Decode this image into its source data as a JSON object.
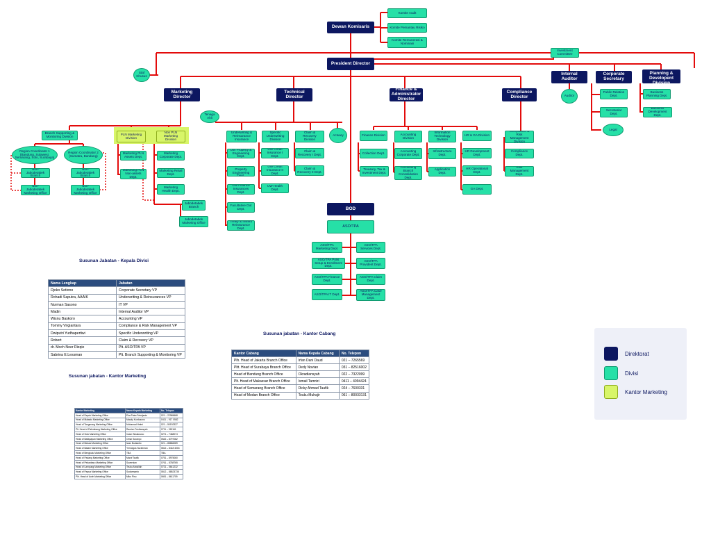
{
  "org": {
    "dewan_komisaris": "Dewan Komisaris",
    "komite_audit": "Komite Audit",
    "komite_pemantau_risiko": "Komite Pemantau Risiko",
    "komite_remunerasi": "Komite Remunerasi & Nominasi",
    "investment_committee": "Investment Committee",
    "president_director": "President Director",
    "staf_khusus": "Staf Khusus",
    "internal_auditor": "Internal Auditor",
    "auditor": "Auditor",
    "corporate_secretary": "Corporate Secretary",
    "public_relation": "Public Relation Dept.",
    "secretariat": "Secretariat Dept.",
    "legal": "Legal",
    "business_planning_division": "Business Planning & Developent Division",
    "business_planning_dept": "Business Planning Dept.",
    "business_development_dept": "Business Development Dept.",
    "marketing_director": "Marketing Director",
    "technical_director": "Technical Director",
    "finance_director": "Finance & Administrator Director",
    "compliance_director": "Compliance Director",
    "tenaga_ahli": "Tenaga Ahli",
    "actuary": "Actuary",
    "branch_supporting": "Branch Supporting & Monitoring Division",
    "region_coord_1": "Region Coordinator 1 (Bandung, Sulawesi, Semarang, Solo, Surabaya)",
    "region_coord_2": "Region Coordinator 2 (Sumatra, Bandung)",
    "non_jabodetabek_branch_1": "Non-Jabodetabek Branch",
    "non_jabodetabek_branch_2": "Non-Jabodetabek Branch",
    "non_jabodetabek_mkt_1": "Non-Jabodetabek Marketing Office",
    "non_jabodetabek_mkt_2": "Non-Jabodetabek Marketing Office",
    "pln_marketing_division": "PLN Marketing Division",
    "non_pln_marketing_division": "Non PLN Marketing Division",
    "marketing_pln_assets": "Marketing PLN Assets Dept.",
    "marketing_pln_non_assets": "Marketing PLN Non-assets Dept.",
    "marketing_corporate": "Marketing Corporate Dept.",
    "marketing_retail": "Marketing Retail Dept.",
    "marketing_health": "Marketing Health Dept.",
    "jabodetabek_branch": "Jabodetabek Branch",
    "jabodetabek_mkt_office": "Jabodetabek Marketing Office",
    "underwriting_div": "Underwriting & Reinsurance Insurance",
    "uw_property": "UW Property & Engineering Dept.",
    "uw_non_property": "UW Non-Property Engineering Dept.",
    "uw_finance": "UW Finance Insurances Dept.",
    "facultative": "Facultative Out Dept.",
    "treaty": "Treaty & Inward Reinsurance Dept.",
    "specific_uw_div": "Specific Underwriting Division",
    "uw_credit_1": "UW Credit Insurance I Dept.",
    "uw_credit_2": "UW Credit Insurance II Dept.",
    "uw_health": "UW Health Dept.",
    "claim_recovery_div": "Claim & Recovery Division",
    "claim_recovery_1": "Claim & Recovery I Dept.",
    "claim_recovery_2": "Claim & Recovery II Dept.",
    "finance_division": "Finance Division",
    "collection_dept": "Collection Dept.",
    "treasury_dept": "Treasury, Tax & Investment Dept.",
    "accounting_division": "Accounting Division",
    "accounting_corporate": "Accounting Corporate Dept.",
    "accounting_branch": "Accounting Branch Consolidation Dept.",
    "it_division": "Information Technology Division",
    "infrastructure_dept": "Infrastructure Dept.",
    "application_dept": "Application Dept.",
    "hr_ga_division": "HR & GA Division",
    "hr_development": "HR Development Dept.",
    "hr_operational": "HR Operational Dept.",
    "ga_dept": "GA Dept.",
    "compliance_risk_div": "Compliance & Risk Management Division",
    "compliance_dept": "Compliance Dept.",
    "risk_mgmt_dept": "Risk Management Dept.",
    "bod": "BOD",
    "aso_tpa": "ASO/TPA",
    "aso_marketing": "ASO/TPA Marketing Dept.",
    "aso_services": "ASO/TPA Services Dept.",
    "aso_polis": "ASO/TPA Polis Setup & Enrollment Dept.",
    "aso_provident": "ASO/TPA Provident Dept.",
    "aso_finance": "ASO/TPA Finance Dept.",
    "aso_claim": "ASO/TPA Claim Dept.",
    "aso_it": "ASO/TPA IT Dept.",
    "aso_case": "ASO/TPA Case Management Dept."
  },
  "kepala_divisi": {
    "title": "Susunan Jabatan - Kepala Divisi",
    "headers": [
      "Nama Lengkap",
      "Jabatan"
    ],
    "rows": [
      [
        "Djoko Setiono",
        "Corporate Secretary VP"
      ],
      [
        "Rohadi Saputra, AAAIK",
        "Underwriting & Reinsurances VP"
      ],
      [
        "Nurman Sasono",
        "IT VP"
      ],
      [
        "Madin",
        "Internal Auditor VP"
      ],
      [
        "Wisnu Baskoro",
        "Accounting VP"
      ],
      [
        "Tommy Virgiantara",
        "Compliance & Risk Management VP"
      ],
      [
        "Dwiputri Yudhapertiwi",
        "Specific Underwriting VP"
      ],
      [
        "Robert",
        "Claim & Recovery VP"
      ],
      [
        "dr. Moch Noer Rizqie",
        "Plt. ASO/TPA VP"
      ],
      [
        "Sabrina E.Lessman",
        "Plt. Branch Supporting & Monitoring VP"
      ]
    ]
  },
  "kantor_cabang": {
    "title": "Susunan jabatan - Kantor Cabang",
    "headers": [
      "Kantor Cabang",
      "Nama Kepala Cabang",
      "No. Telepon"
    ],
    "rows": [
      [
        "Plh. Head of Jakarta Branch Office",
        "Irfan Dani Daud",
        "021 – 7265569"
      ],
      [
        "Pltt. Head of Surabaya Branch Office",
        "Dedy Novian",
        "031 – 82516002"
      ],
      [
        "Head of Bandung Branch Office",
        "Okradiansyah",
        "022 – 7322099"
      ],
      [
        "Plt. Head of Makassar Branch Office",
        "Ismail Tamrizi",
        "0411 – 4094424"
      ],
      [
        "Head of Semarang Branch Office",
        "Dicky Ahmad Taufik",
        "024 – 7600331"
      ],
      [
        "Head of Medan Branch Office",
        "Teuku Muhajir",
        "061 – 80033131"
      ]
    ]
  },
  "kantor_marketing": {
    "title": "Susunan jabatan - Kantor Marketing",
    "headers": [
      "Kantor Marketing",
      "Nama Kepala Marketing",
      "No. Telepon"
    ],
    "rows": [
      [
        "Head of Depok Marketing Office",
        "Eka Putra Febrijanto",
        "021 – 22965668"
      ],
      [
        "Head of Malasto Marketing Office",
        "Maudy Kurdusono",
        "0411 – 917 0582"
      ],
      [
        "Head of Tangerang Marketing Office",
        "Mohamad Helmi",
        "021 – 50192327"
      ],
      [
        "Plt. Head of Palembang Marketing Office",
        "Ramion Frediansyah",
        "0711 – 315161"
      ],
      [
        "Head of Solo Marketing Office",
        "Imam Wicaksono",
        "0271 – 7468074"
      ],
      [
        "Head of Balikpapan Marketing Office",
        "Omar Suranyo",
        "0542 – 8797082"
      ],
      [
        "Head of Bekasi Marketing Office",
        "Iwan Budiantio",
        "021 – 88866089"
      ],
      [
        "Head of Batam Marketing Office",
        "Yeni Agus Surahman",
        "0812 – 8418 4004"
      ],
      [
        "Head of Bengkulu Marketing Office",
        "TBA",
        "TBA"
      ],
      [
        "Head of Padang Marketing Office",
        "Maruf Taufik",
        "0751 – 8975060"
      ],
      [
        "Head of Pekanbaru Marketing Office",
        "Suvernian",
        "0761 – 8758765"
      ],
      [
        "Head of Lampung Marketing Office",
        "Teuku Abdullah",
        "0721 – 5641232"
      ],
      [
        "Head of Papua Marketing Office",
        "Sudarmanto",
        "0812 – 88523735"
      ],
      [
        "Plh. Head of Aceh Marketing Office",
        "Miko Pinu",
        "0651 – 8611709"
      ]
    ]
  },
  "legend": {
    "items": [
      {
        "label": "Direktorat",
        "color": "#0c1760"
      },
      {
        "label": "Divisi",
        "color": "#26e0a7"
      },
      {
        "label": "Kantor Marketing",
        "color": "#d8f569"
      }
    ]
  },
  "colors": {
    "connector": "#e30b0b",
    "directorate": "#0c1760",
    "division": "#26e0a7",
    "marketing_office": "#d8f569",
    "table_header": "#2b4c7e"
  }
}
